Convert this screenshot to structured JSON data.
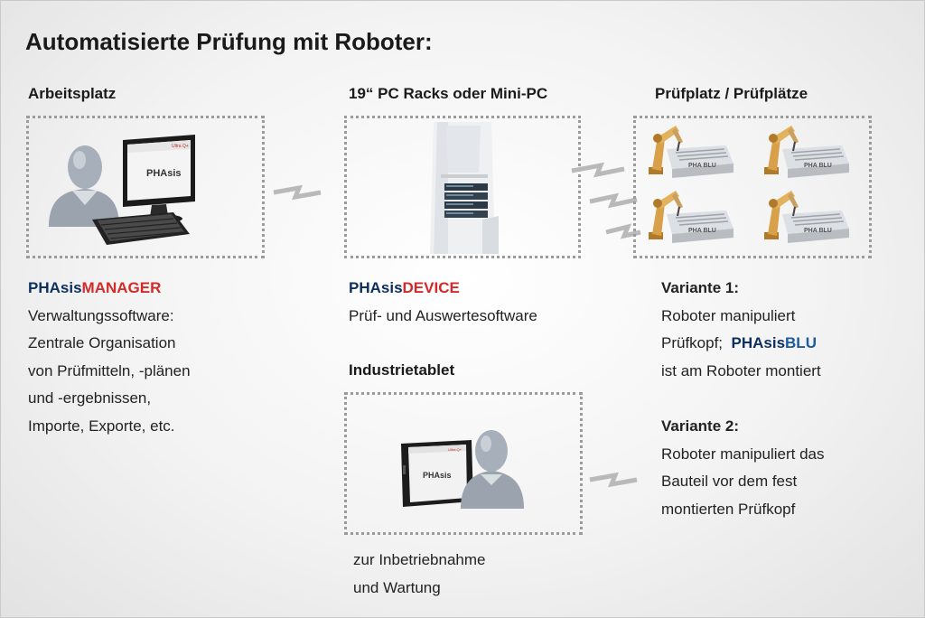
{
  "title": "Automatisierte Prüfung mit Roboter:",
  "sections": {
    "arbeitsplatz": {
      "heading": "Arbeitsplatz",
      "product_prefix": "PHAsis",
      "product_suffix": "MANAGER",
      "lines": [
        "Verwaltungssoftware:",
        "Zentrale Organisation",
        "von Prüfmitteln, -plänen",
        "und -ergebnissen,",
        "Importe, Exporte, etc."
      ],
      "monitor_logo": "PHAsis",
      "monitor_brand": "Ultra Q+"
    },
    "racks": {
      "heading": "19“ PC Racks oder Mini-PC",
      "product_prefix": "PHAsis",
      "product_suffix": "DEVICE",
      "lines": [
        "Prüf- und Auswertesoftware"
      ]
    },
    "tablet": {
      "heading": "Industrietablet",
      "lines": [
        "zur Inbetriebnahme",
        "und Wartung"
      ],
      "screen_logo": "PHAsis",
      "screen_brand": "Ultra Q+"
    },
    "pruefplatz": {
      "heading": "Prüfplatz / Prüfplätze",
      "device_label": "PHA  BLU",
      "variante1": {
        "heading": "Variante 1:",
        "line1": "Roboter manipuliert",
        "line2_text": "Prüfkopf;",
        "product_prefix": "PHAsis",
        "product_suffix": "BLU",
        "line3": "ist am Roboter montiert"
      },
      "variante2": {
        "heading": "Variante 2:",
        "lines": [
          "Roboter manipuliert das",
          "Bauteil vor dem fest",
          "montierten Prüfkopf"
        ]
      }
    }
  },
  "colors": {
    "accent_red": "#d32a2a",
    "navy": "#0d2f5e",
    "blu": "#1d5a99",
    "dotted_border": "#9b9b9b",
    "robot_orange": "#d7a049"
  }
}
